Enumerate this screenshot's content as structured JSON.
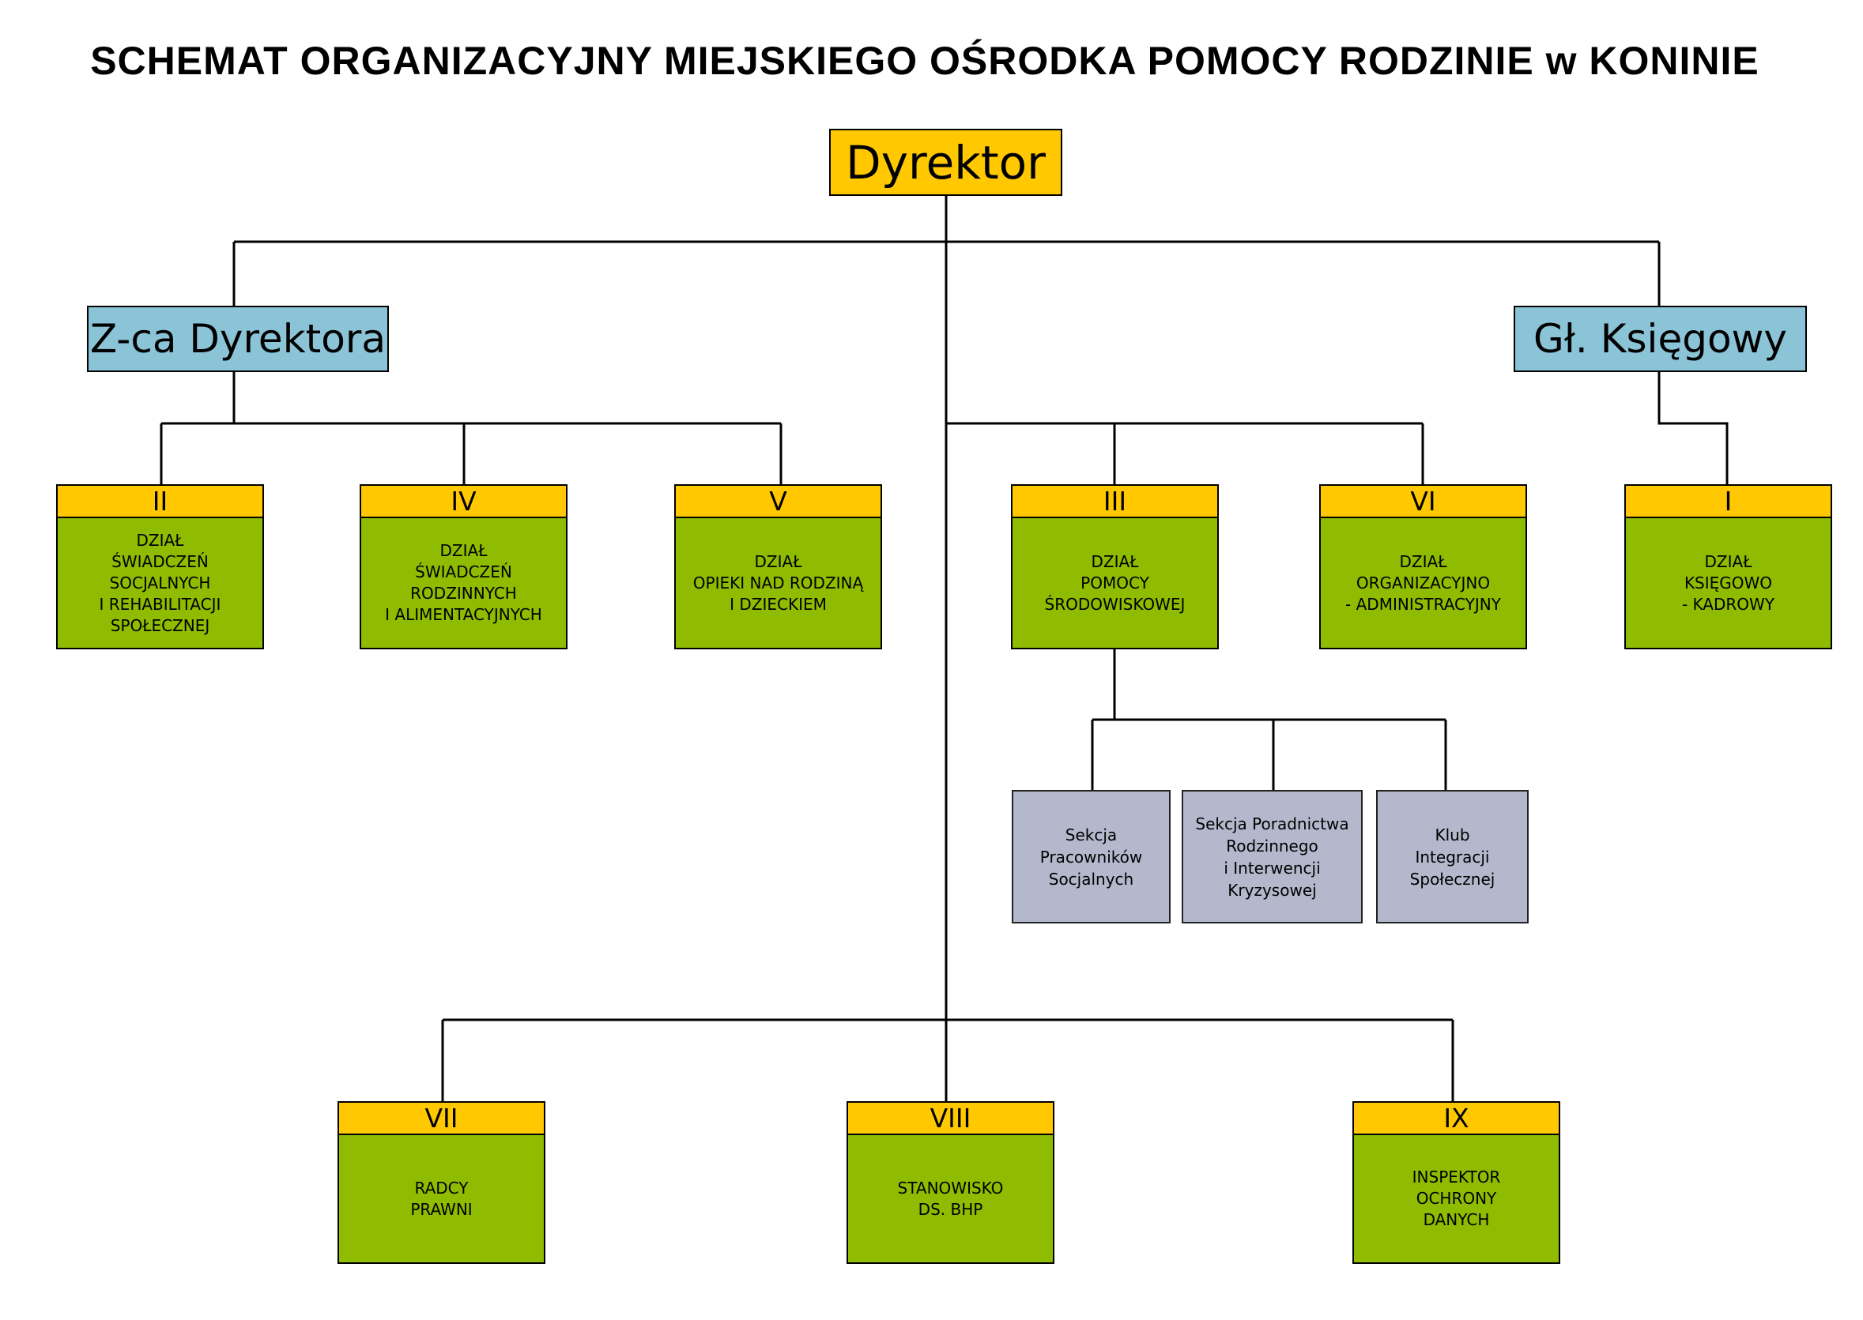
{
  "title": "SCHEMAT ORGANIZACYJNY MIEJSKIEGO OŚRODKA POMOCY RODZINIE w KONINIE",
  "director": "Dyrektor",
  "deputy": "Z-ca Dyrektora",
  "chief_accountant": "Gł. Księgowy",
  "units": {
    "II": {
      "num": "II",
      "name": "DZIAŁ\nŚWIADCZEŃ\nSOCJALNYCH\nI REHABILITACJI\nSPOŁECZNEJ"
    },
    "IV": {
      "num": "IV",
      "name": "DZIAŁ\nŚWIADCZEŃ\nRODZINNYCH\nI ALIMENTACYJNYCH"
    },
    "V": {
      "num": "V",
      "name": "DZIAŁ\nOPIEKI NAD RODZINĄ\nI DZIECKIEM"
    },
    "III": {
      "num": "III",
      "name": "DZIAŁ\nPOMOCY\nŚRODOWISKOWEJ"
    },
    "VI": {
      "num": "VI",
      "name": "DZIAŁ\nORGANIZACYJNO\n- ADMINISTRACYJNY"
    },
    "I": {
      "num": "I",
      "name": "DZIAŁ\nKSIĘGOWO\n- KADROWY"
    },
    "VII": {
      "num": "VII",
      "name": "RADCY\nPRAWNI"
    },
    "VIII": {
      "num": "VIII",
      "name": "STANOWISKO\nDS. BHP"
    },
    "IX": {
      "num": "IX",
      "name": "INSPEKTOR\nOCHRONY\nDANYCH"
    }
  },
  "sections": [
    "Sekcja\nPracowników\nSocjalnych",
    "Sekcja Poradnictwa\nRodzinnego\ni Interwencji\nKryzysowej",
    "Klub\nIntegracji\nSpołecznej"
  ],
  "colors": {
    "header": "#ffc800",
    "unit": "#8fbc00",
    "manager": "#8bc4d7",
    "section": "#b4b8cc"
  }
}
